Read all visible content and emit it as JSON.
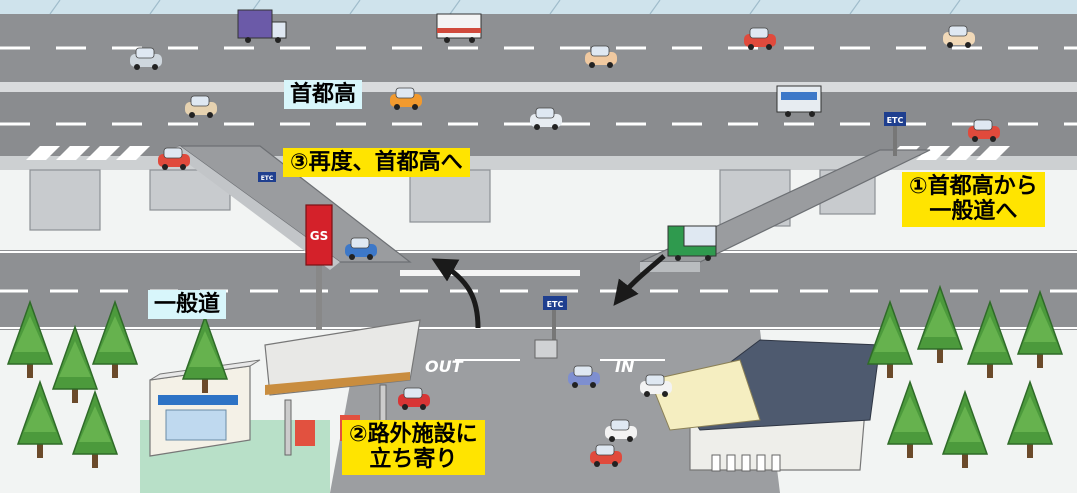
{
  "labels": {
    "expressway": "首都高",
    "general_road": "一般道",
    "step1_line1": "①首都高から",
    "step1_line2": "一般道へ",
    "step2_line1": "②路外施設に",
    "step2_line2": "立ち寄り",
    "step3": "③再度、首都高へ"
  },
  "signs": {
    "etc": "ETC",
    "gas_station": "GS"
  },
  "road_markings": {
    "out": "OUT",
    "in": "IN"
  },
  "colors": {
    "label_cyan": "#d8f6fb",
    "label_yellow": "#ffe400",
    "road_asphalt": "#8e9093",
    "arrow": "#1a1a1a",
    "gs_sign": "#d4212a",
    "etc_sign": "#1f3f8f",
    "tree": "#4c9a3c"
  },
  "icons": [
    "car-icon",
    "truck-icon",
    "bus-icon",
    "tree-icon",
    "arrow-icon",
    "etc-antenna-icon"
  ]
}
